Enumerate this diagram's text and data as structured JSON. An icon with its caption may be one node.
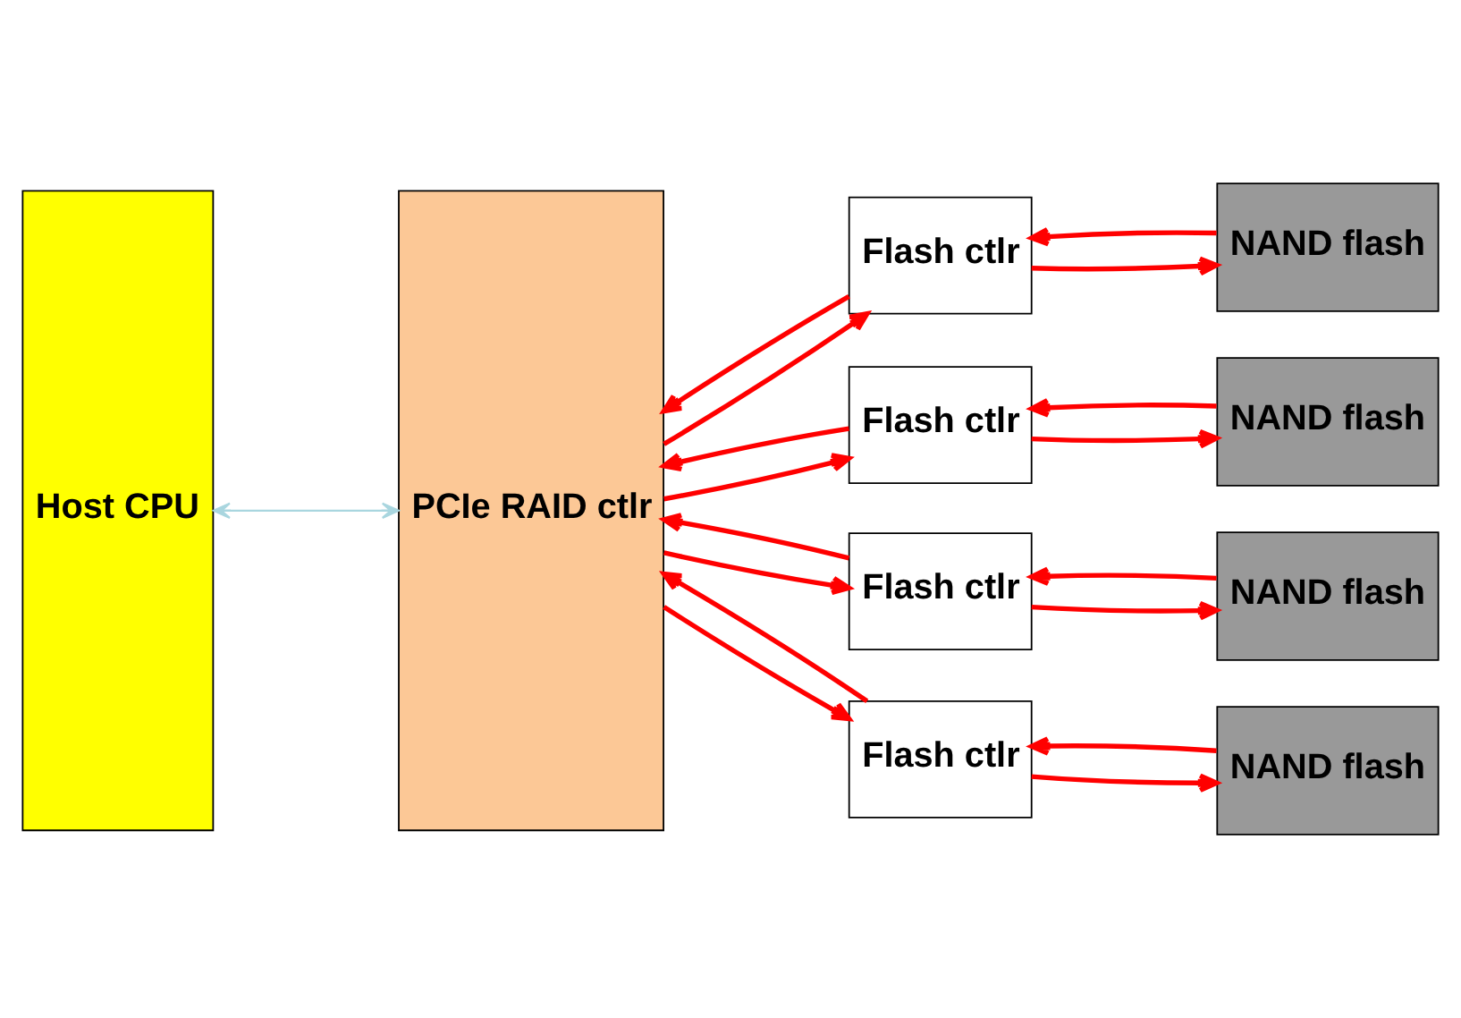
{
  "diagram": {
    "nodes": [
      {
        "text": [
          "Host CPU"
        ]
      },
      {
        "text": [
          "PCIe RAID ctlr"
        ]
      },
      {
        "text": [
          "Flash ctlr"
        ]
      },
      {
        "text": [
          "Flash ctlr"
        ]
      },
      {
        "text": [
          "Flash ctlr"
        ]
      },
      {
        "text": [
          "Flash ctlr"
        ]
      },
      {
        "text": [
          "NAND flash"
        ]
      },
      {
        "text": [
          "NAND flash"
        ]
      },
      {
        "text": [
          "NAND flash"
        ]
      },
      {
        "text": [
          "NAND flash"
        ]
      }
    ],
    "edges": [
      {
        "from": 0,
        "to": 1,
        "arrow": "both",
        "color": "#a9d6df"
      },
      {
        "from": 1,
        "to": 2,
        "arrow": "to"
      },
      {
        "from": 2,
        "to": 1,
        "arrow": "to"
      },
      {
        "from": 2,
        "to": 6,
        "arrow": "to"
      },
      {
        "from": 6,
        "to": 2,
        "arrow": "to"
      },
      {
        "from": 1,
        "to": 3,
        "arrow": "to"
      },
      {
        "from": 3,
        "to": 1,
        "arrow": "to"
      },
      {
        "from": 3,
        "to": 7,
        "arrow": "to"
      },
      {
        "from": 7,
        "to": 3,
        "arrow": "to"
      },
      {
        "from": 1,
        "to": 4,
        "arrow": "to"
      },
      {
        "from": 4,
        "to": 1,
        "arrow": "to"
      },
      {
        "from": 4,
        "to": 8,
        "arrow": "to"
      },
      {
        "from": 8,
        "to": 4,
        "arrow": "to"
      },
      {
        "from": 1,
        "to": 5,
        "arrow": "to"
      },
      {
        "from": 5,
        "to": 1,
        "arrow": "to"
      },
      {
        "from": 5,
        "to": 9,
        "arrow": "to"
      },
      {
        "from": 9,
        "to": 5,
        "arrow": "to"
      }
    ]
  }
}
